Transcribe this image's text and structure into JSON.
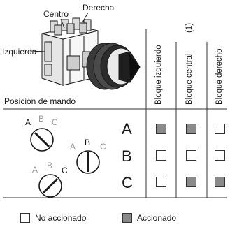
{
  "device": {
    "label_center": "Centro",
    "label_right": "Derecha",
    "label_left": "Izquierda"
  },
  "header": {
    "position_label": "Posición de mando",
    "col_left": "Bloque izquierdo",
    "col_center": "Bloque central",
    "col_center_note": "(1)",
    "col_right": "Bloque derecho"
  },
  "dials": [
    {
      "letters": [
        "A",
        "B",
        "C"
      ],
      "selected": "A"
    },
    {
      "letters": [
        "A",
        "B",
        "C"
      ],
      "selected": "B"
    },
    {
      "letters": [
        "A",
        "B",
        "C"
      ],
      "selected": "C"
    }
  ],
  "rows": [
    {
      "position": "A",
      "left": true,
      "center": true,
      "right": false
    },
    {
      "position": "B",
      "left": false,
      "center": false,
      "right": false
    },
    {
      "position": "C",
      "left": false,
      "center": true,
      "right": true
    }
  ],
  "legend": {
    "not_actuated": "No accionado",
    "actuated": "Accionado"
  },
  "colors": {
    "actuated_fill": "#8a8a8a",
    "inactive_letter": "#9a9a9a",
    "line": "#333333"
  }
}
